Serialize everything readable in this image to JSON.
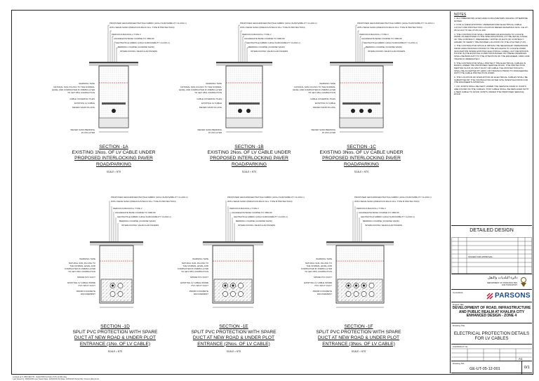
{
  "sections": [
    {
      "id": "1A",
      "heading": "SECTION -1A",
      "lines": [
        "EXISTING 1Nos. OF LV CABLE UNDER",
        "PROPOSED INTERLOCKING PAVER",
        "ROAD/PARKING"
      ],
      "scale": "SCALE = NTS",
      "ducts": 1
    },
    {
      "id": "1B",
      "heading": "SECTION -1B",
      "lines": [
        "EXISTING 2Nos. OF LV CABLE UNDER",
        "PROPOSED INTERLOCKING PAVER",
        "ROAD/PARKING"
      ],
      "scale": "SCALE = NTS",
      "ducts": 2
    },
    {
      "id": "1C",
      "heading": "SECTION -1C",
      "lines": [
        "EXISTING 3Nos. OF LV CABLE UNDER",
        "PROPOSED INTERLOCKING PAVER",
        "ROAD/PARKING"
      ],
      "scale": "SCALE = NTS",
      "ducts": 3
    },
    {
      "id": "1D",
      "heading": "SECTION -1D",
      "lines": [
        "SPLIT PVC PROTECTION WITH SPARE",
        "DUCT AT NEW ROAD & UNDER PLOT",
        "ENTRANCE (1No. OF LV CABLE)"
      ],
      "scale": "SCALE = NTS",
      "ducts": 1
    },
    {
      "id": "1E",
      "heading": "SECTION -1E",
      "lines": [
        "SPLIT PVC PROTECTION WITH SPARE",
        "DUCT AT NEW ROAD & UNDER PLOT",
        "ENTRANCE (2Nos. OF LV CABLE)"
      ],
      "scale": "SCALE = NTS",
      "ducts": 2
    },
    {
      "id": "1F",
      "heading": "SECTION -1F",
      "lines": [
        "SPLIT PVC PROTECTION WITH SPARE",
        "DUCT AT NEW ROAD & UNDER PLOT",
        "ENTRANCE (3Nos. OF LV CABLE)"
      ],
      "scale": "SCALE = NTS",
      "ducts": 3
    }
  ],
  "callouts_top": [
    "PROPOSED GEOGRID/GEOTEXTILE FABRIC (HIGH SURVIVABILITY CLASS 1)",
    "WITH SIEVE SAND (PREVIOUS BACK FILL TYPE B PROTECTION)",
    "PROPOSED GEOGRID/GEOTEXTILE FABRIC (HIGH SURVIVABILITY CLASS 1)",
    "WITH SIEVE SAND (PREVIOUS BACK FILL TYPE B PROTECTION)",
    "PERVIOUS BACKFILL TYPE V",
    "AGGREGATE BASE COARSE TO CBR-80",
    "GEOTEXTILE FABRIC (HIGH SURVIVABILITY CLASS 1)",
    "BEDDING COARSE (COARSE SAND)",
    "INTERLOCKING VEHICULAR PAVERS"
  ],
  "callouts_left_top": [
    "WARNING TAPE",
    "NATURAL SOIL FILLING TO THE NORMAL",
    "LEVEL AND COMPACTED IN 150MM LAYER",
    "TO GET 95% COMPACTION",
    "CABLE COVERING TILES",
    "EXISTING LV CABLE",
    "SIEVED SAND FILLING",
    "SIEVED SAND BEDDING",
    "15 CM LAYER"
  ],
  "callouts_left_bottom": [
    "WARNING TAPE",
    "NATURAL SOIL FILLING TO",
    "THE NORMAL LEVEL AND",
    "COMPACTED IN 150MM LAYER",
    "TO GET 95% COMPACTION",
    "SPARE PVC DUCT",
    "EXISTING LV CABLE INSIDE",
    "PVC SPLIT DUCT",
    "150MM CONCRETE",
    "ENCASEMENT"
  ],
  "notes_title": "NOTES",
  "notes": [
    "1. ALL DIMENSIONS GIVEN ARE IN MILLIMETERS UNLESS OTHERWISE NOTED.",
    "2. FOR LV (NEW) EXISTING UNDERGROUND ELECTRICAL CABLE LAYOUT AND PROTECTION LOCATION REFER DRAWINGS NOS. GE-UT-05-12-101 TO GE-UT-05-12-109.",
    "3. THE CONTRACTOR SHALL PERFORM AN EXCAVATE TO LOCATE WORK AS IDENTIFIED IN THE SPECIFICATIONS, AT THE INITIAL STAGE OF THE CONTRACT, PREFERABLY WITHIN 15 DAYS OF CONTRACT AWARD TO VERIFY THE PROPER LOCATION OF THE UTILITIES (T-87).",
    "4. THE CONTRACTOR SHOULD OBTAIN THE NECESSARY PERMISSION FROM ADDC/TRANSCO PRIOR TO THE EXCAVATE TO LOCATE WORK (EXCAVATION INSIDE EXISTING ELECTRICAL CABLE). ANY DEVIATIONS FOUND IN THE EXISTING CONDITIONS BASED ON THESE DRAWINGS SHALL BE BROUGHT TO THE ATTENTION OF THE ENGINEER, ADDC AND TRANSCO IMMEDIATELY.",
    "5. THE CONTRACTOR SHALL PROTECT THE ELECTRICAL CABLES IN BANKS UNDER THE PROPOSED SERVICE ROAD. THE PROTECTION METHOD SUCH AS SPLIT DUCT OR CABLE TILE PROTECTION ETC. SHALL BE ACCEPTED BY ADDC OR TRANSCO PRIOR TO PROCEEDING WITH THE CABLE PROTECTION WORK.",
    "6. THE LOCATION OF DISRUPTION OF ELECTRICAL CABLES SHALL BE SUBMITTED BY THE CONTRACTOR AFTER SITE INVESTIGATIONS FOR THE ENGINEER'S APPROVAL.",
    "7. NO JOINTS SHALL BE KEPT UNDER THE SERVICE ROAD IF JOINTS ARE FOUND ON THE CABLES, THAT CABLE SHALL BE REPLACED WITH A NEW CABLE TO AVOID JOINTS UNDER THE PROPOSED SERVICE ROAD."
  ],
  "titleblock": {
    "detailed": "DETAILED DESIGN",
    "issued_label": "ISSUED FOR APPROVAL",
    "client_dept": "DEPARTMENT OF MUNICIPALITIES AND TRANSPORT",
    "client_arabic": "دائرة البلديات والنقل",
    "consultant_label": "Consultant",
    "consultant": "PARSONS",
    "project_label": "Project Title",
    "project": [
      "DEVELOPMENT OF ROAD, INFRASTRUCTURE",
      "AND PUBLIC REALM AT KHALIFA CITY",
      "ENHANCED DESIGN - ZONE 4"
    ],
    "drawing_title_label": "Drawing Title",
    "drawing_title": [
      "ELECTRICAL PROTECTION DETAILS",
      "FOR LV CABLES"
    ],
    "contract_no_label": "CONTRACT No.",
    "size": "A1",
    "drawing_no_label": "Drawing NO.",
    "drawing_no": "GE-UT-05-12-001",
    "sheet": "0/1"
  },
  "footer": [
    "Located at: K:\\PROJECTS\\...\\ELECTRICAL\\GE-UT-05-12-001.dwg",
    "Last Saved by: PARSONS   Last Saved Date: 2/25/2016   Plot Date: 2/25/2016   Plotted By: Parsons Electronic"
  ]
}
